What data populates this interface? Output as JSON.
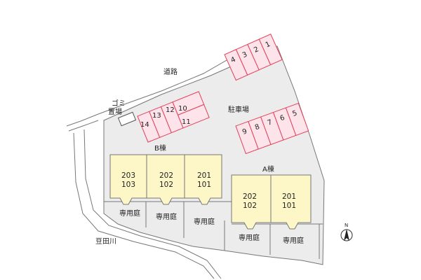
{
  "map": {
    "road_label": "道路",
    "parking_label": "駐車場",
    "garbage_label_1": "ゴミ",
    "garbage_label_2": "置場",
    "river_label": "豆田川",
    "north_label": "N",
    "building_b_label": "B棟",
    "building_a_label": "A棟",
    "garden_label": "専用庭",
    "colors": {
      "lot": "#ececec",
      "building": "#fdf6c6",
      "parking_fill": "#fde3ea",
      "parking_stroke": "#e2415a",
      "line": "#777777"
    }
  },
  "parking": {
    "group_top": [
      "4",
      "3",
      "2",
      "1"
    ],
    "group_right": [
      "9",
      "8",
      "7",
      "6",
      "5"
    ],
    "group_left_top": [
      "13",
      "12",
      "10"
    ],
    "group_left_bottom": [
      "14",
      "11"
    ]
  },
  "units": {
    "b_building": [
      {
        "upper": "203",
        "lower": "103"
      },
      {
        "upper": "202",
        "lower": "102"
      },
      {
        "upper": "201",
        "lower": "101"
      }
    ],
    "a_building": [
      {
        "upper": "202",
        "lower": "102"
      },
      {
        "upper": "201",
        "lower": "101"
      }
    ]
  }
}
